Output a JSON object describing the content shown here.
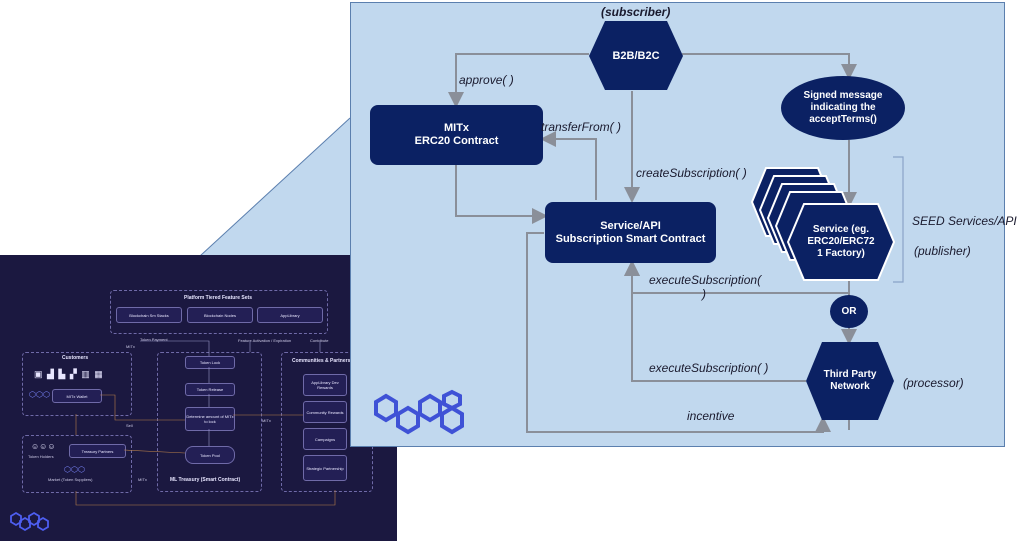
{
  "thumbnail": {
    "feature_sets_title": "Platform Tiered Feature Sets",
    "feature_sets": [
      "Blockchain Sm Stacks",
      "Blockchain Nodes",
      "AppLibrary"
    ],
    "customers_title": "Customers",
    "mitx_wallet": "MITx Wallet",
    "token_payment": "Token Payment",
    "mitx_1": "MITx",
    "feature_activation": "Feature Activation / Expiration",
    "contribute": "Contribute",
    "token_lock": "Token Lock",
    "token_release": "Token Release",
    "determine": "Determine amount of MITx to lock",
    "token_pool": "Token Pool",
    "treasury_title": "ML Treasury (Smart Contract)",
    "sell": "Sell",
    "mitx_2": "MITx",
    "mitx_3": "MITx",
    "token_holders": "Token Holders",
    "treasury_partners": "Treasury Partners",
    "market_label": "Market (Token Suppliers)",
    "communities_title": "Communities & Partners",
    "communities": [
      "AppLibrary Dev Rewards",
      "Community Rewards",
      "Campaigns",
      "Strategic Partnership"
    ]
  },
  "diagram": {
    "subscriber_label": "(subscriber)",
    "b2b": "B2B/B2C",
    "mitx_line1": "MITx",
    "mitx_line2": "ERC20 Contract",
    "signed_line1": "Signed message",
    "signed_line2": "indicating the",
    "signed_line3": "acceptTerms()",
    "service_api_line1": "Service/API",
    "service_api_line2": "Subscription Smart Contract",
    "service_eg_line1": "Service (eg.",
    "service_eg_line2": "ERC20/ERC72",
    "service_eg_line3": "1  Factory)",
    "seed_label": "SEED Services/API",
    "publisher_label": "(publisher)",
    "or": "OR",
    "third_party_line1": "Third Party",
    "third_party_line2": "Network",
    "processor_label": "(processor)",
    "approve": "approve( )",
    "transfer_from": "transferFrom( )",
    "create_subscription": "createSubscription( )",
    "execute_1a": "executeSubscription(",
    "execute_1b": ")",
    "execute_2": "executeSubscription( )",
    "incentive": "incentive"
  },
  "colors": {
    "panel_bg": "#c1d8ee",
    "dark_navy": "#0b2163",
    "arrow_gray": "#8a8f99",
    "logo_blue": "#3f52d6",
    "thumb_bg": "#1b1840"
  }
}
